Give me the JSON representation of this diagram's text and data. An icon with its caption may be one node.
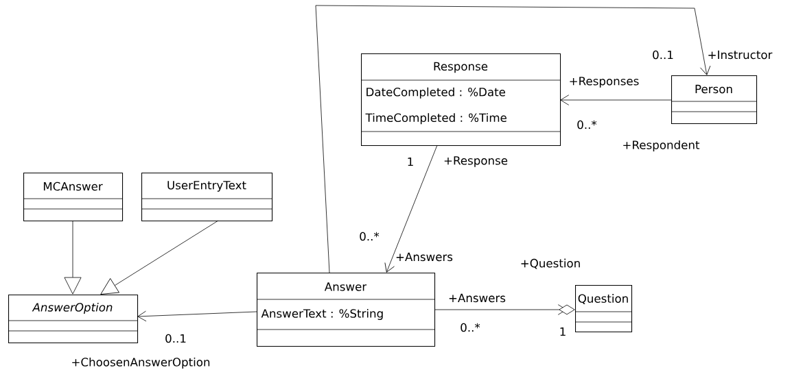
{
  "diagram": {
    "nodes": [
      {
        "text": [
          "Response",
          "DateCompleted : %Date",
          "TimeCompleted : %Time"
        ]
      },
      {
        "text": [
          "Person"
        ]
      },
      {
        "text": [
          "MCAnswer"
        ]
      },
      {
        "text": [
          "UserEntryText"
        ]
      },
      {
        "text": [
          "AnswerOption"
        ]
      },
      {
        "text": [
          "Answer",
          "AnswerText : %String"
        ]
      },
      {
        "text": [
          "Question"
        ]
      }
    ],
    "edges": [
      {
        "from": 5,
        "to": 1,
        "arrow": "to"
      },
      {
        "from": 1,
        "to": 0,
        "arrow": "to"
      },
      {
        "from": 0,
        "to": 5,
        "arrow": "to"
      },
      {
        "from": 2,
        "to": 4,
        "arrow": "to"
      },
      {
        "from": 3,
        "to": 4,
        "arrow": "to"
      },
      {
        "from": 5,
        "to": 4,
        "arrow": "to"
      },
      {
        "from": 5,
        "to": 6,
        "arrow": "to"
      }
    ],
    "labels": [
      "0..1",
      "+Instructor",
      "+Responses",
      "0..*",
      "+Respondent",
      "1",
      "+Response",
      "0..*",
      "+Answers",
      "+Question",
      "+Answers",
      "0..*",
      "1",
      "0..1",
      "+ChoosenAnswerOption"
    ]
  }
}
